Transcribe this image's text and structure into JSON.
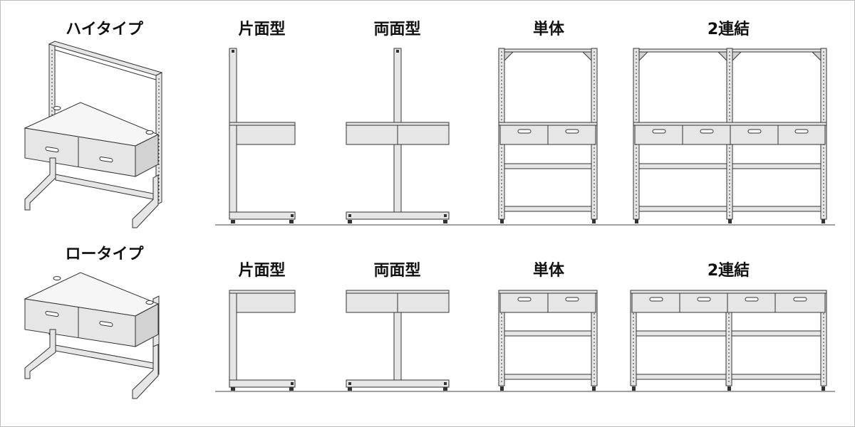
{
  "rows": {
    "high": {
      "type_label": "ハイタイプ",
      "variants": {
        "single_sided": "片面型",
        "double_sided": "両面型",
        "single_unit": "単体",
        "two_linked": "2連結"
      }
    },
    "low": {
      "type_label": "ロータイプ",
      "variants": {
        "single_sided": "片面型",
        "double_sided": "両面型",
        "single_unit": "単体",
        "two_linked": "2連結"
      }
    }
  }
}
